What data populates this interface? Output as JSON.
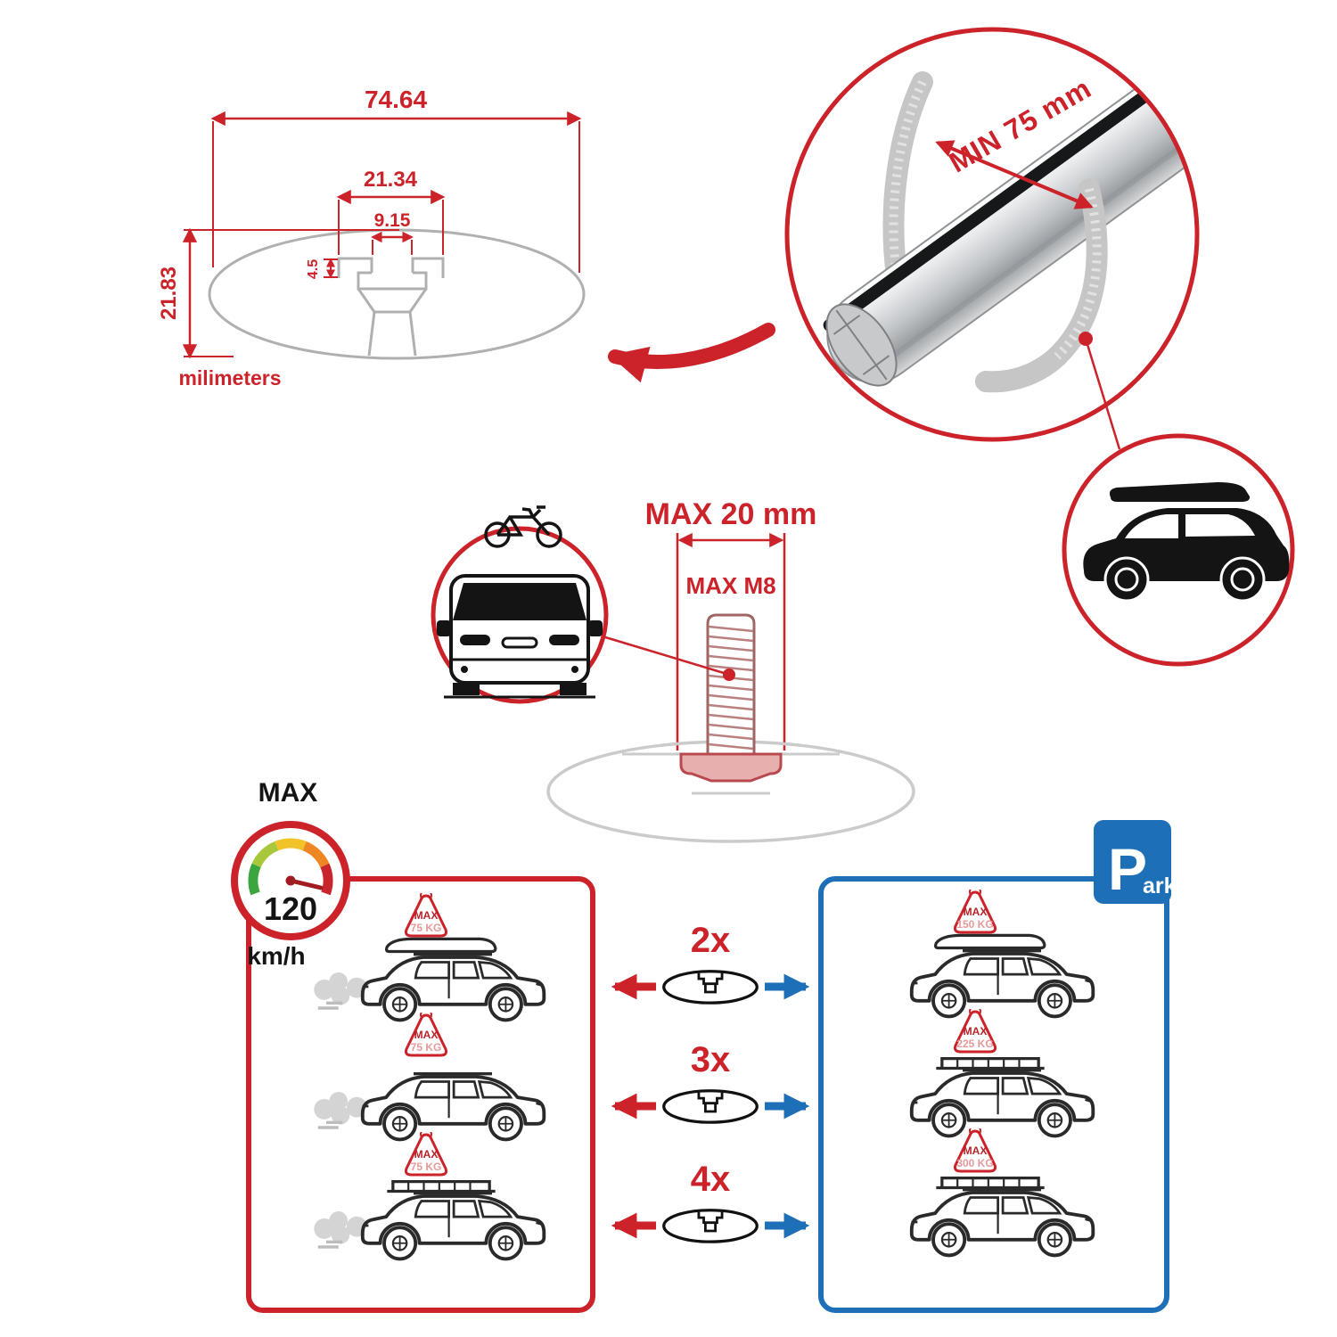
{
  "colors": {
    "red": "#cc2229",
    "blue": "#1d70b7",
    "gray": "#b0b0b0"
  },
  "cross_section": {
    "dim_total_width": "74.64",
    "dim_channel_outer": "21.34",
    "dim_channel_inner": "9.15",
    "dim_lip_height": "4.5",
    "dim_total_height": "21.83",
    "units_label": "milimeters"
  },
  "bar_detail": {
    "min_span": "MIN 75 mm"
  },
  "bolt_detail": {
    "max_width": "MAX 20 mm",
    "max_thread": "MAX M8"
  },
  "speedometer": {
    "label": "MAX",
    "value": "120",
    "units": "km/h"
  },
  "driving_panel": {
    "cars": [
      {
        "badge_title": "MAX",
        "badge_value": "75 KG"
      },
      {
        "badge_title": "MAX",
        "badge_value": "75 KG"
      },
      {
        "badge_title": "MAX",
        "badge_value": "75 KG"
      }
    ]
  },
  "crossbar_options": [
    {
      "label": "2x"
    },
    {
      "label": "3x"
    },
    {
      "label": "4x"
    }
  ],
  "parking_panel": {
    "sign_main": "P",
    "sign_rest": "ark",
    "cars": [
      {
        "badge_title": "MAX",
        "badge_value": "150 KG"
      },
      {
        "badge_title": "MAX",
        "badge_value": "225 KG"
      },
      {
        "badge_title": "MAX",
        "badge_value": "300 KG"
      }
    ]
  }
}
